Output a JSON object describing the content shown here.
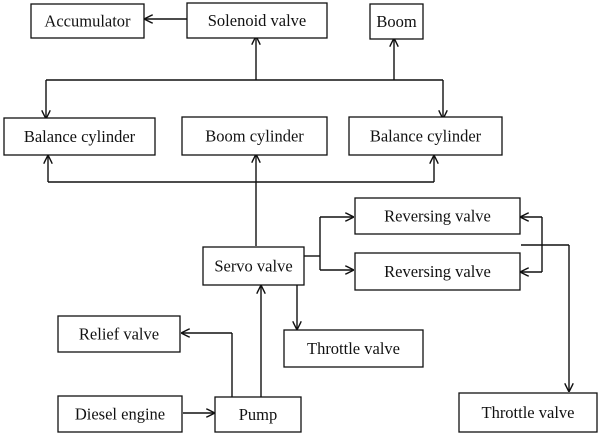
{
  "nodes": {
    "accumulator": "Accumulator",
    "solenoid_valve": "Solenoid valve",
    "boom": "Boom",
    "balance_cylinder_left": "Balance cylinder",
    "boom_cylinder": "Boom cylinder",
    "balance_cylinder_right": "Balance cylinder",
    "reversing_valve_top": "Reversing valve",
    "reversing_valve_bottom": "Reversing valve",
    "servo_valve": "Servo valve",
    "relief_valve": "Relief valve",
    "throttle_valve_center": "Throttle valve",
    "diesel_engine": "Diesel engine",
    "pump": "Pump",
    "throttle_valve_right": "Throttle valve"
  },
  "colors": {
    "stroke": "#111111",
    "background": "#ffffff"
  }
}
